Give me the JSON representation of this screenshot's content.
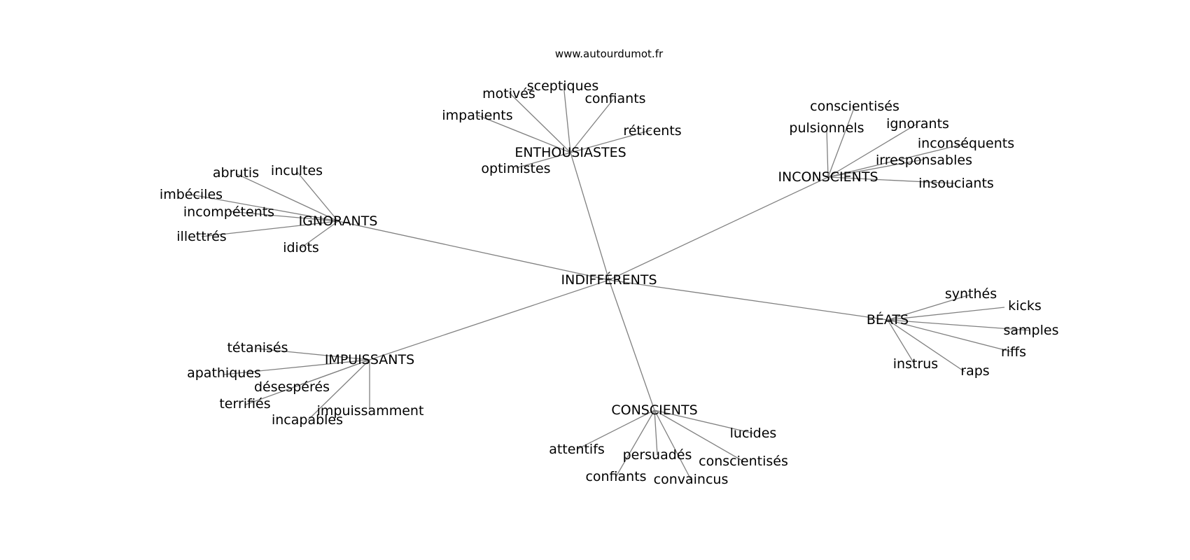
{
  "source": "www.autourdumot.fr",
  "root": "INDIFFÉRENTS",
  "clusters": [
    {
      "label": "ENTHOUSIASTES",
      "words": [
        "sceptiques",
        "motivés",
        "confiants",
        "impatients",
        "réticents",
        "optimistes"
      ]
    },
    {
      "label": "INCONSCIENTS",
      "words": [
        "conscientisés",
        "pulsionnels",
        "ignorants",
        "inconséquents",
        "irresponsables",
        "insouciants"
      ]
    },
    {
      "label": "IGNORANTS",
      "words": [
        "abrutis",
        "incultes",
        "imbéciles",
        "incompétents",
        "illettrés",
        "idiots"
      ]
    },
    {
      "label": "BÉATS",
      "words": [
        "synthés",
        "kicks",
        "samples",
        "riffs",
        "instrus",
        "raps"
      ]
    },
    {
      "label": "IMPUISSANTS",
      "words": [
        "tétanisés",
        "apathiques",
        "désespérés",
        "terrifiés",
        "incapables",
        "impuissamment"
      ]
    },
    {
      "label": "CONSCIENTS",
      "words": [
        "lucides",
        "attentifs",
        "persuadés",
        "conscientisés",
        "confiants",
        "convaincus"
      ]
    }
  ]
}
